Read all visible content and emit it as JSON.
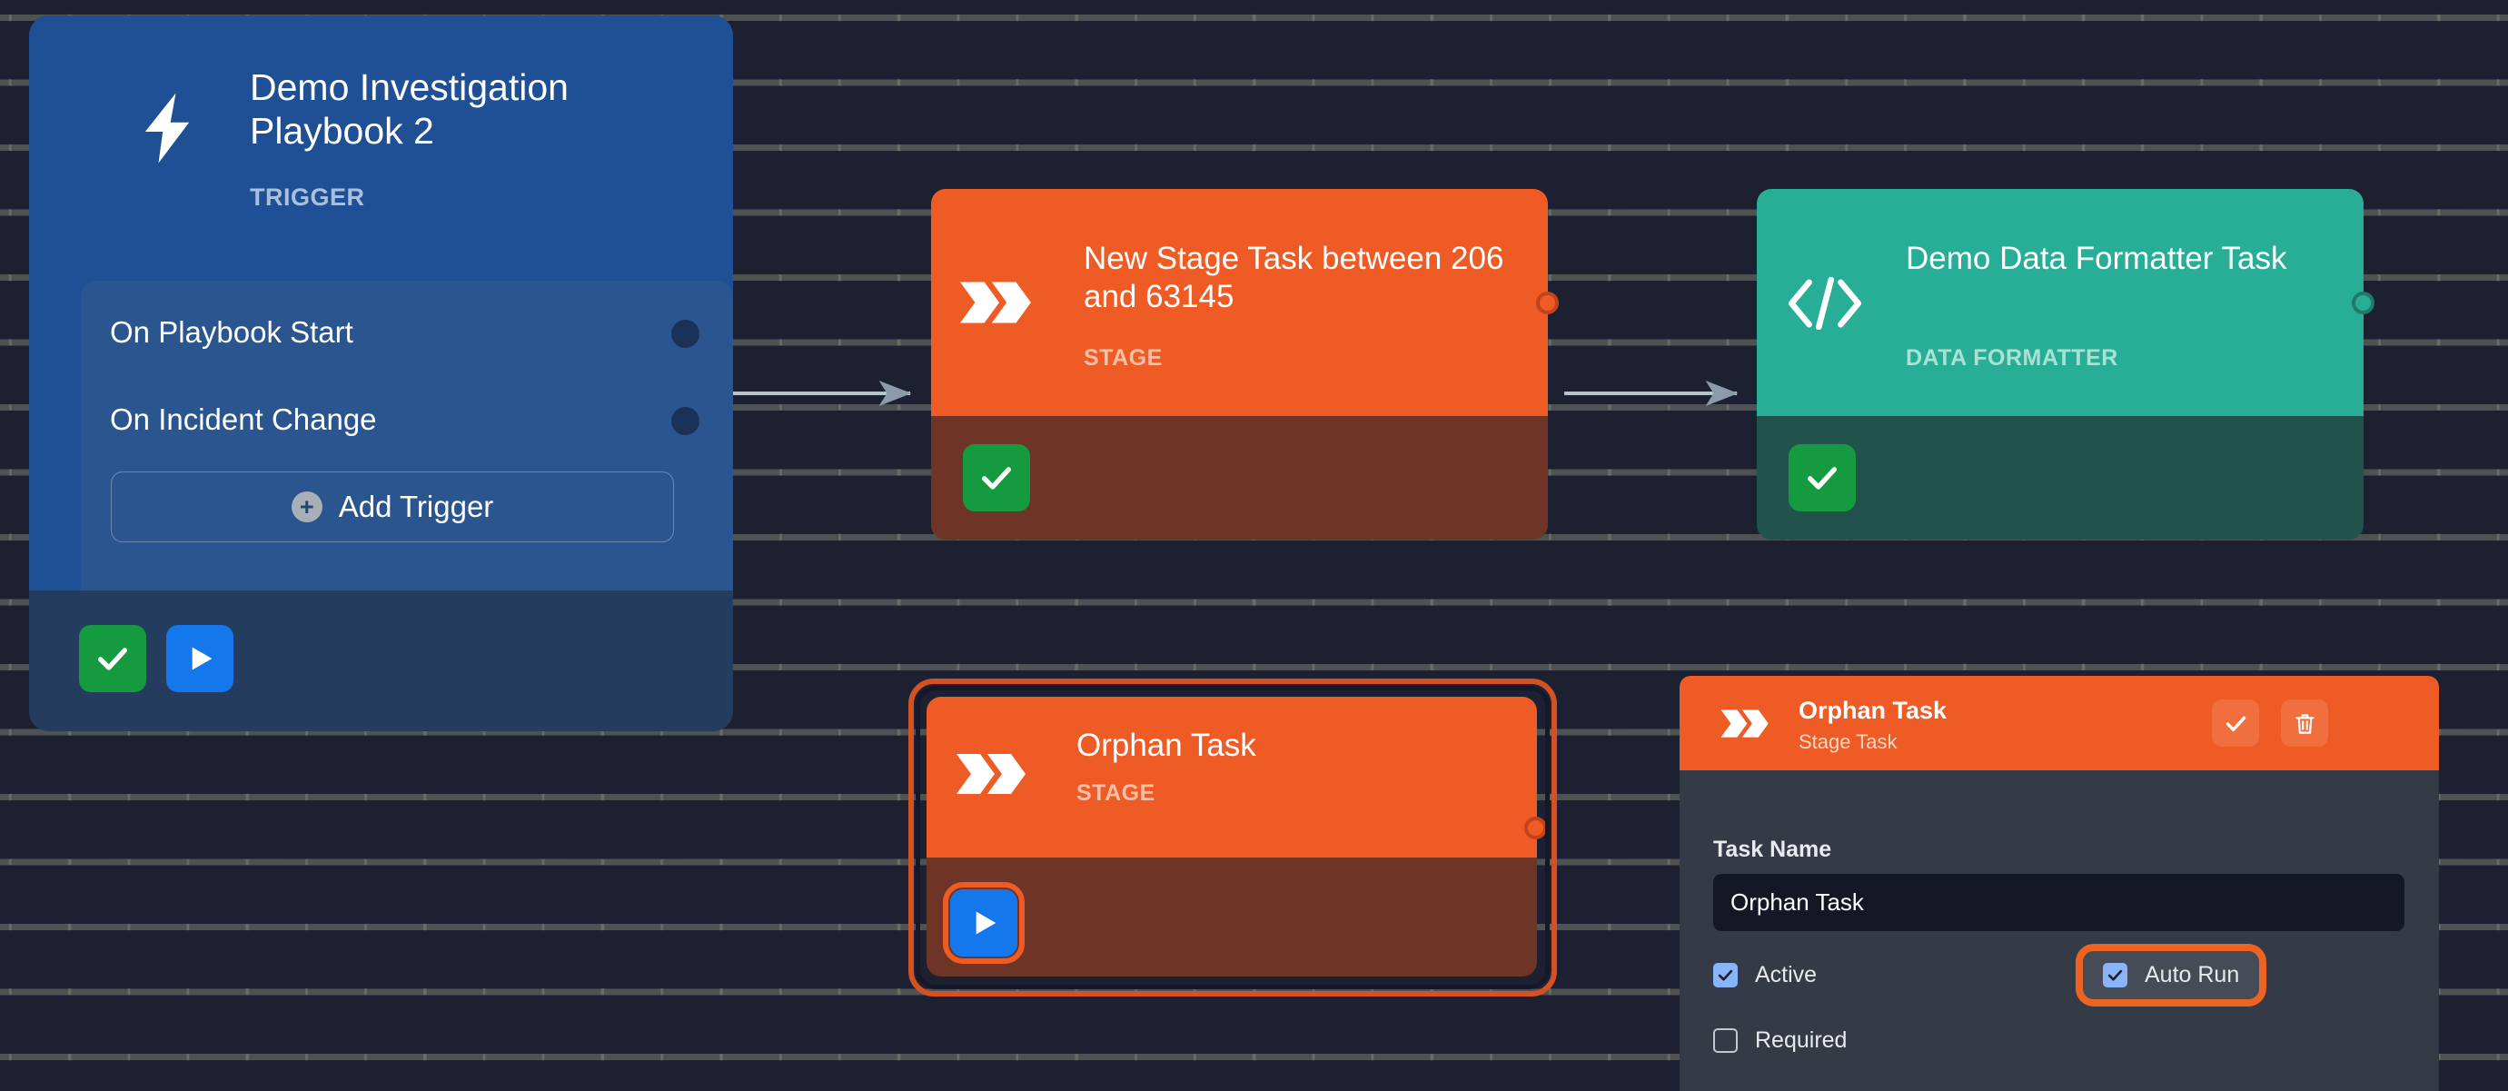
{
  "canvas": {
    "background_color": "#1D2030",
    "grid": "dot-tick-grid"
  },
  "trigger_node": {
    "title": "Demo Investigation Playbook 2",
    "type_label": "TRIGGER",
    "icon": "lightning-bolt-icon",
    "color": "#1F5096",
    "rows": [
      {
        "label": "On Playbook Start",
        "port": "output-port"
      },
      {
        "label": "On Incident Change",
        "port": "output-port"
      }
    ],
    "add_trigger_label": "Add Trigger",
    "footer_buttons": [
      {
        "icon": "check-icon",
        "color": "#159A40"
      },
      {
        "icon": "play-icon",
        "color": "#1478EC"
      }
    ]
  },
  "nodes": [
    {
      "id": "stage",
      "title": "New Stage Task between 206 and 63145",
      "type_label": "STAGE",
      "icon": "double-chevron-icon",
      "header_color": "#EF5B25",
      "footer_color": "#6E3425",
      "footer_button": {
        "icon": "check-icon",
        "color": "#159A40"
      }
    },
    {
      "id": "formatter",
      "title": "Demo Data Formatter Task",
      "type_label": "DATA FORMATTER",
      "icon": "code-brackets-icon",
      "header_color": "#28AE96",
      "footer_color": "#22524C",
      "footer_button": {
        "icon": "check-icon",
        "color": "#159A40"
      }
    },
    {
      "id": "orphan",
      "title": "Orphan Task",
      "type_label": "STAGE",
      "icon": "double-chevron-icon",
      "header_color": "#EF5B25",
      "footer_color": "#6E3425",
      "selected": true,
      "selection_color": "#D35224",
      "footer_button": {
        "icon": "play-icon",
        "color": "#1478EC",
        "highlighted": true
      }
    }
  ],
  "panel": {
    "title": "Orphan Task",
    "subtitle": "Stage Task",
    "icon": "double-chevron-icon",
    "header_color": "#EF5B25",
    "confirm_icon": "check-icon",
    "delete_icon": "trash-icon",
    "task_name_label": "Task Name",
    "task_name_value": "Orphan Task",
    "task_name_placeholder": "Task Name",
    "checkboxes": [
      {
        "label": "Active",
        "checked": true,
        "highlighted": false
      },
      {
        "label": "Required",
        "checked": false,
        "highlighted": false
      },
      {
        "label": "Auto Run",
        "checked": true,
        "highlighted": true,
        "highlight_color": "#EC6322"
      }
    ]
  }
}
